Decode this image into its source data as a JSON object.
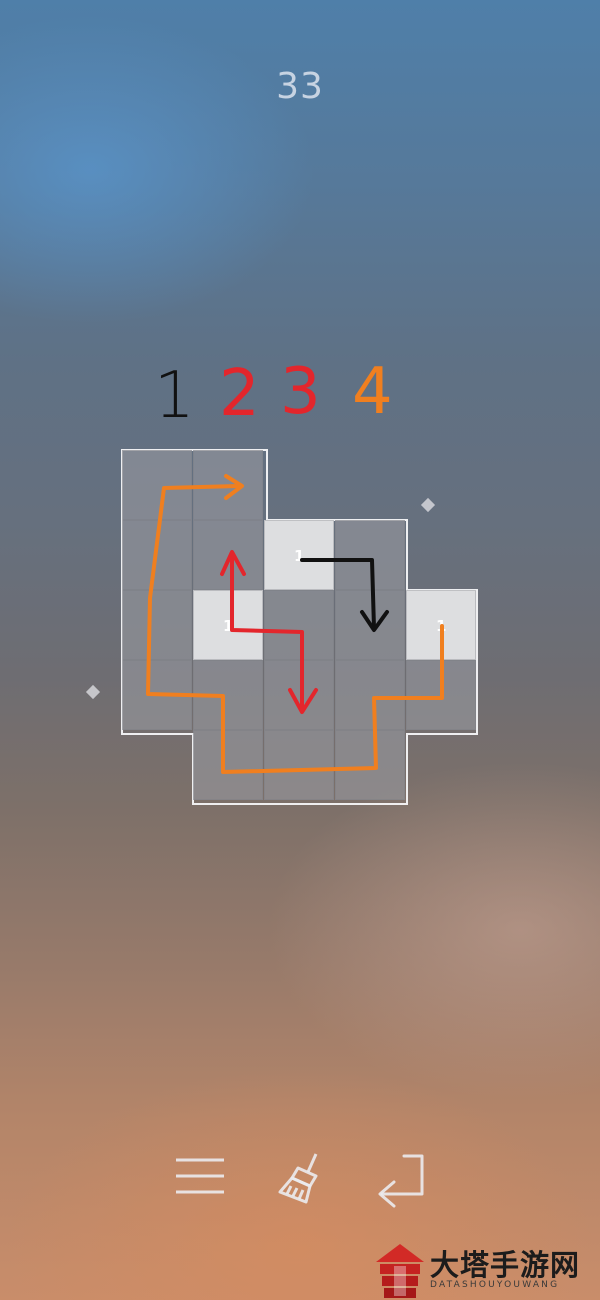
{
  "level": {
    "number": "33"
  },
  "sequence": [
    "1",
    "2",
    "3",
    "4"
  ],
  "colors": {
    "seq_1": "#111111",
    "seq_2": "#e3262c",
    "seq_3": "#e3262c",
    "seq_4": "#f07f1f",
    "path_black": "#111111",
    "path_red": "#e3262c",
    "path_orange": "#f07f1f"
  },
  "board": {
    "cells": [
      {
        "row": 0,
        "col": 0,
        "lit": false,
        "label": ""
      },
      {
        "row": 0,
        "col": 1,
        "lit": false,
        "label": ""
      },
      {
        "row": 1,
        "col": 0,
        "lit": false,
        "label": ""
      },
      {
        "row": 1,
        "col": 1,
        "lit": false,
        "label": ""
      },
      {
        "row": 1,
        "col": 2,
        "lit": true,
        "label": "1"
      },
      {
        "row": 1,
        "col": 3,
        "lit": false,
        "label": ""
      },
      {
        "row": 2,
        "col": 0,
        "lit": false,
        "label": ""
      },
      {
        "row": 2,
        "col": 1,
        "lit": true,
        "label": "1"
      },
      {
        "row": 2,
        "col": 2,
        "lit": false,
        "label": ""
      },
      {
        "row": 2,
        "col": 3,
        "lit": false,
        "label": ""
      },
      {
        "row": 2,
        "col": 4,
        "lit": true,
        "label": "1"
      },
      {
        "row": 3,
        "col": 0,
        "lit": false,
        "label": ""
      },
      {
        "row": 3,
        "col": 1,
        "lit": false,
        "label": ""
      },
      {
        "row": 3,
        "col": 2,
        "lit": false,
        "label": ""
      },
      {
        "row": 3,
        "col": 3,
        "lit": false,
        "label": ""
      },
      {
        "row": 3,
        "col": 4,
        "lit": false,
        "label": ""
      },
      {
        "row": 4,
        "col": 1,
        "lit": false,
        "label": ""
      },
      {
        "row": 4,
        "col": 2,
        "lit": false,
        "label": ""
      },
      {
        "row": 4,
        "col": 3,
        "lit": false,
        "label": ""
      }
    ]
  },
  "toolbar": {
    "menu_icon": "menu-icon",
    "clear_icon": "broom-icon",
    "undo_icon": "undo-icon"
  },
  "watermark": {
    "title": "大塔手游网",
    "subtitle": "DATASHOUYOUWANG"
  }
}
